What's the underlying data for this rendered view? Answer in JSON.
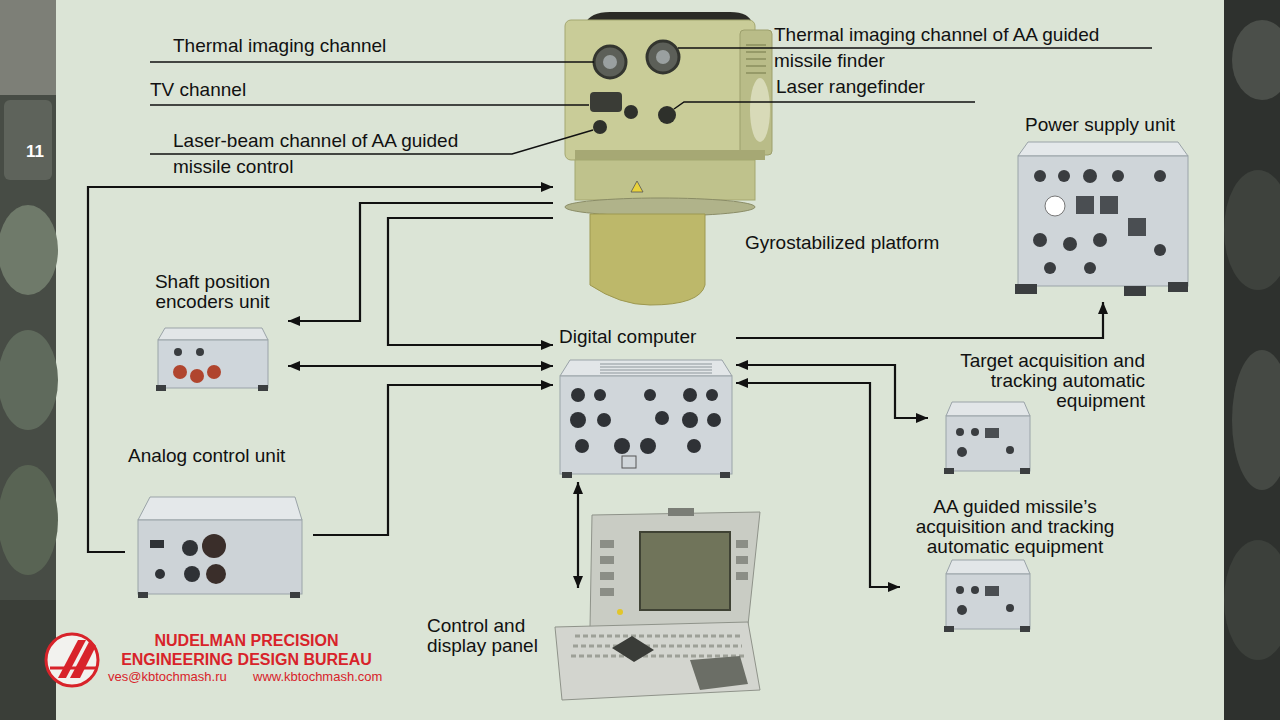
{
  "diagram": {
    "nodes": [
      {
        "text": [
          "Gyrostabilized platform"
        ]
      },
      {
        "text": [
          "Power supply unit"
        ]
      },
      {
        "text": [
          "Shaft position encoders unit"
        ]
      },
      {
        "text": [
          "Digital computer"
        ]
      },
      {
        "text": [
          "Target acquisition and tracking automatic equipment"
        ]
      },
      {
        "text": [
          "Analog control unit"
        ]
      },
      {
        "text": [
          "AA guided missile’s acquisition and tracking automatic equipment"
        ]
      },
      {
        "text": [
          "Control and display panel"
        ]
      }
    ],
    "edges": [
      {
        "from": 5,
        "to": 0,
        "arrow": "to"
      },
      {
        "from": 0,
        "to": 2,
        "arrow": "to"
      },
      {
        "from": 0,
        "to": 3,
        "arrow": "to"
      },
      {
        "from": 2,
        "to": 3,
        "arrow": "both"
      },
      {
        "from": 5,
        "to": 3,
        "arrow": "to"
      },
      {
        "from": 3,
        "to": 1,
        "arrow": "to"
      },
      {
        "from": 3,
        "to": 4,
        "arrow": "both"
      },
      {
        "from": 3,
        "to": 6,
        "arrow": "both"
      },
      {
        "from": 3,
        "to": 7,
        "arrow": "both"
      }
    ],
    "labels": [
      "Thermal imaging channel",
      "Thermal imaging channel of AA guided missile finder",
      "TV channel",
      "Laser rangefinder",
      "Laser-beam channel of AA guided missile control",
      "11",
      "NUDELMAN PRECISION ENGINEERING DESIGN BUREAU",
      "ves@kbtochmash.ru",
      "www.kbtochmash.com"
    ]
  }
}
